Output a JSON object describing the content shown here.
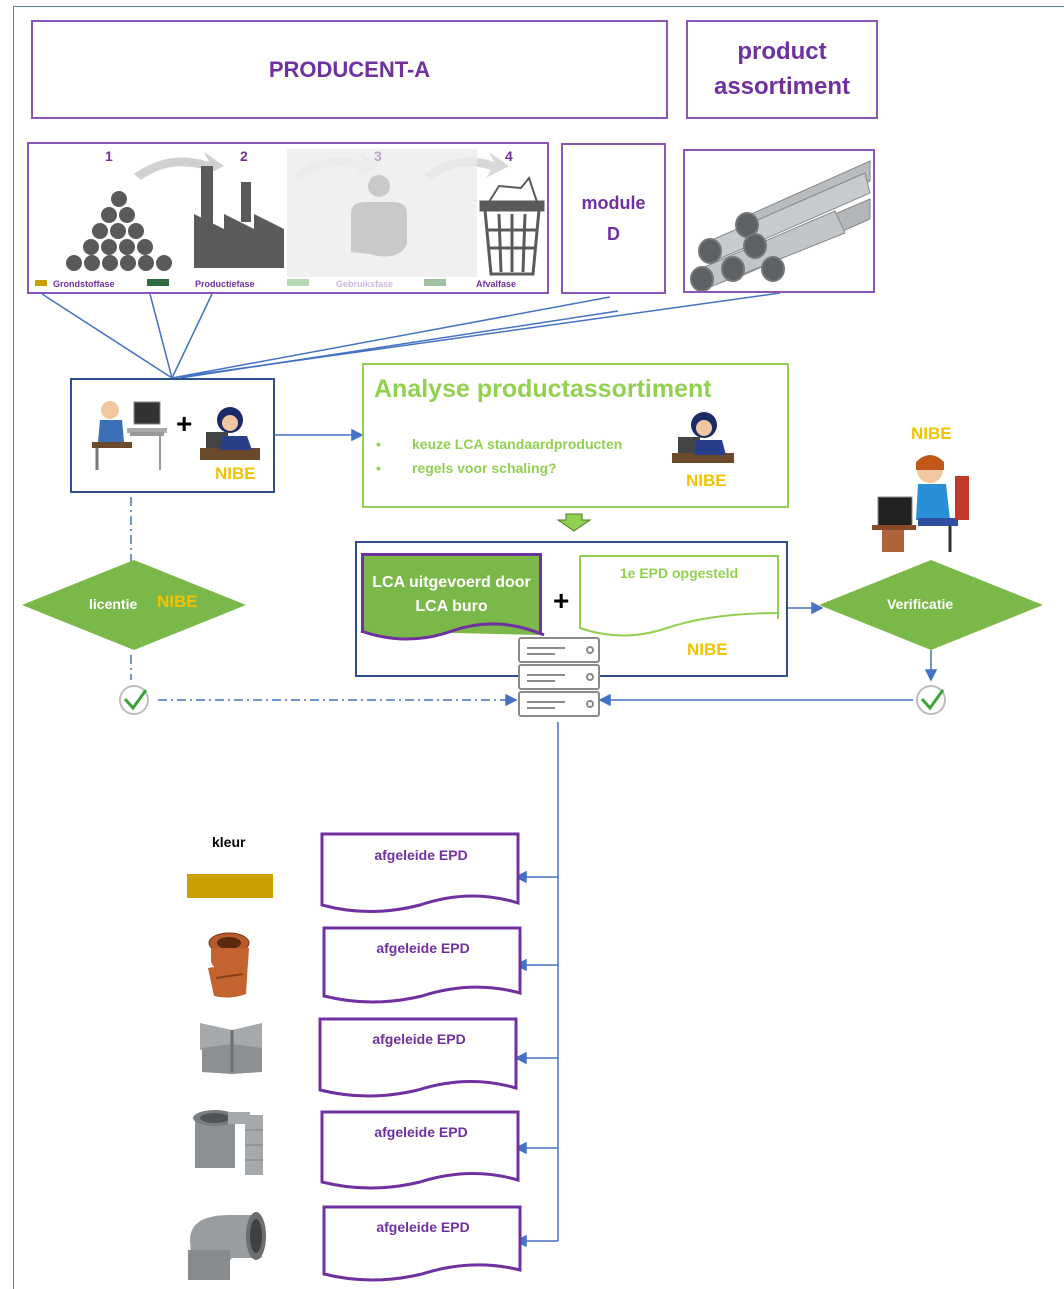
{
  "header": {
    "producer": "PRODUCENT-A",
    "assortment": "product assortiment"
  },
  "phases": {
    "numbers": [
      "1",
      "2",
      "3",
      "4"
    ],
    "labels": [
      "Grondstoffase",
      "Productiefase",
      "Gebruiksfase",
      "Afvalfase"
    ]
  },
  "module_d": "module D",
  "analysis": {
    "title": "Analyse productassortiment",
    "bullets": [
      "keuze LCA standaardproducten",
      "regels voor schaling?"
    ]
  },
  "nibe_logo": "NIBE",
  "plus": "+",
  "lca": {
    "performed": "LCA uitgevoerd door LCA buro",
    "first_epd": "1e EPD opgesteld"
  },
  "licence": "licentie",
  "verification": "Verificatie",
  "kleur": "kleur",
  "derived_epd": [
    "afgeleide EPD",
    "afgeleide EPD",
    "afgeleide EPD",
    "afgeleide EPD",
    "afgeleide EPD"
  ],
  "colors": {
    "purple": "#7030a0",
    "green": "#92d050",
    "navy": "#2f4f8f",
    "connector_blue": "#4472c4",
    "gold": "#c9a000"
  }
}
